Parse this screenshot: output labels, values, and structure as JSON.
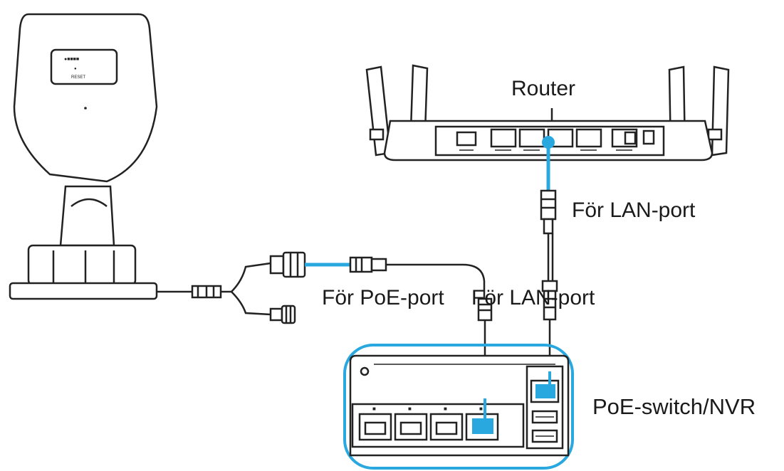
{
  "labels": {
    "router": "Router",
    "lan_port_top": "För LAN-port",
    "poe_port": "För PoE-port",
    "lan_port_mid": "För LAN-port",
    "poe_switch": "PoE-switch/NVR"
  },
  "colors": {
    "outline": "#222222",
    "cable_blue": "#29a8e0",
    "highlight_frame": "#29a8e0",
    "label_text": "#1a1a1a"
  },
  "icons": [
    "security-camera",
    "router",
    "poe-switch",
    "ethernet-connector"
  ]
}
